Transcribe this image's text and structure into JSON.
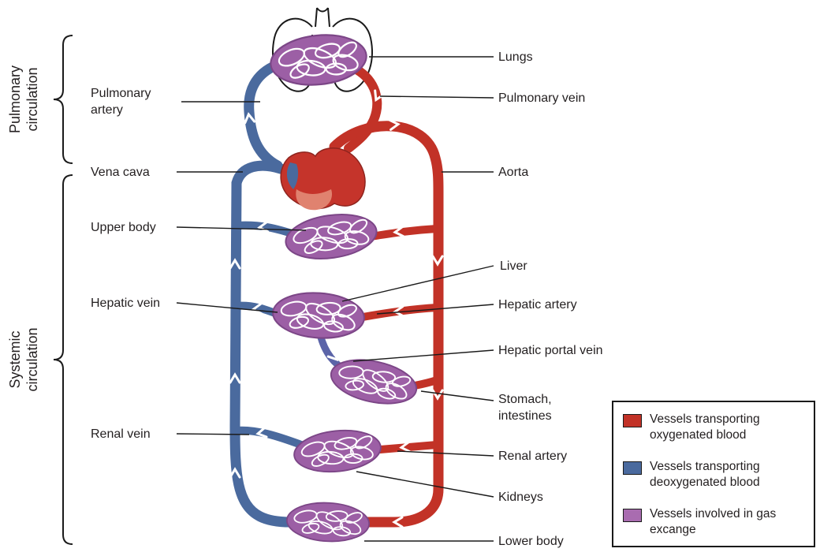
{
  "colors": {
    "artery_red": "#c23227",
    "vein_blue": "#4a6a9e",
    "capillary_purple": "#9c5fa5",
    "heart_accent": "#e0826f"
  },
  "brackets": {
    "pulmonary": {
      "line1": "Pulmonary",
      "line2": "circulation"
    },
    "systemic": {
      "line1": "Systemic",
      "line2": "circulation"
    }
  },
  "labels": {
    "lungs": "Lungs",
    "pulmonary_vein": "Pulmonary vein",
    "pulmonary_artery": "Pulmonary artery",
    "vena_cava": "Vena cava",
    "aorta": "Aorta",
    "upper_body": "Upper body",
    "liver": "Liver",
    "hepatic_vein": "Hepatic vein",
    "hepatic_artery": "Hepatic artery",
    "hepatic_portal_vein": "Hepatic portal vein",
    "stomach_intestines": "Stomach, intestines",
    "renal_vein": "Renal vein",
    "renal_artery": "Renal artery",
    "kidneys": "Kidneys",
    "lower_body": "Lower body"
  },
  "legend": {
    "items": [
      {
        "color": "#c23227",
        "label": "Vessels transporting oxygenated blood"
      },
      {
        "color": "#4a6a9e",
        "label": "Vessels transporting deoxygenated blood"
      },
      {
        "color": "#a96cb0",
        "label": "Vessels involved in gas excange"
      }
    ]
  }
}
